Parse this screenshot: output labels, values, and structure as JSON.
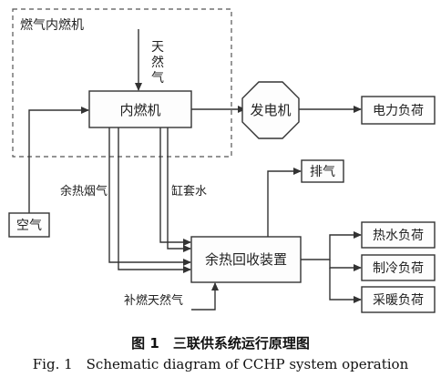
{
  "group": {
    "label": "燃气内燃机"
  },
  "inputs": {
    "natural_gas": [
      "天",
      "然",
      "气"
    ],
    "air": "空气",
    "supplement_gas": "补燃天然气"
  },
  "nodes": {
    "engine": "内燃机",
    "generator": "发电机",
    "electric_load": "电力负荷",
    "recovery": "余热回收装置",
    "exhaust": "排气",
    "hot_water_load": "热水负荷",
    "cooling_load": "制冷负荷",
    "heating_load": "采暖负荷"
  },
  "edges": {
    "flue_gas": "余热烟气",
    "jacket_water": "缸套水"
  },
  "caption": {
    "cn": "图 1　三联供系统运行原理图",
    "en": "Fig. 1　Schematic diagram of CCHP system operation"
  }
}
